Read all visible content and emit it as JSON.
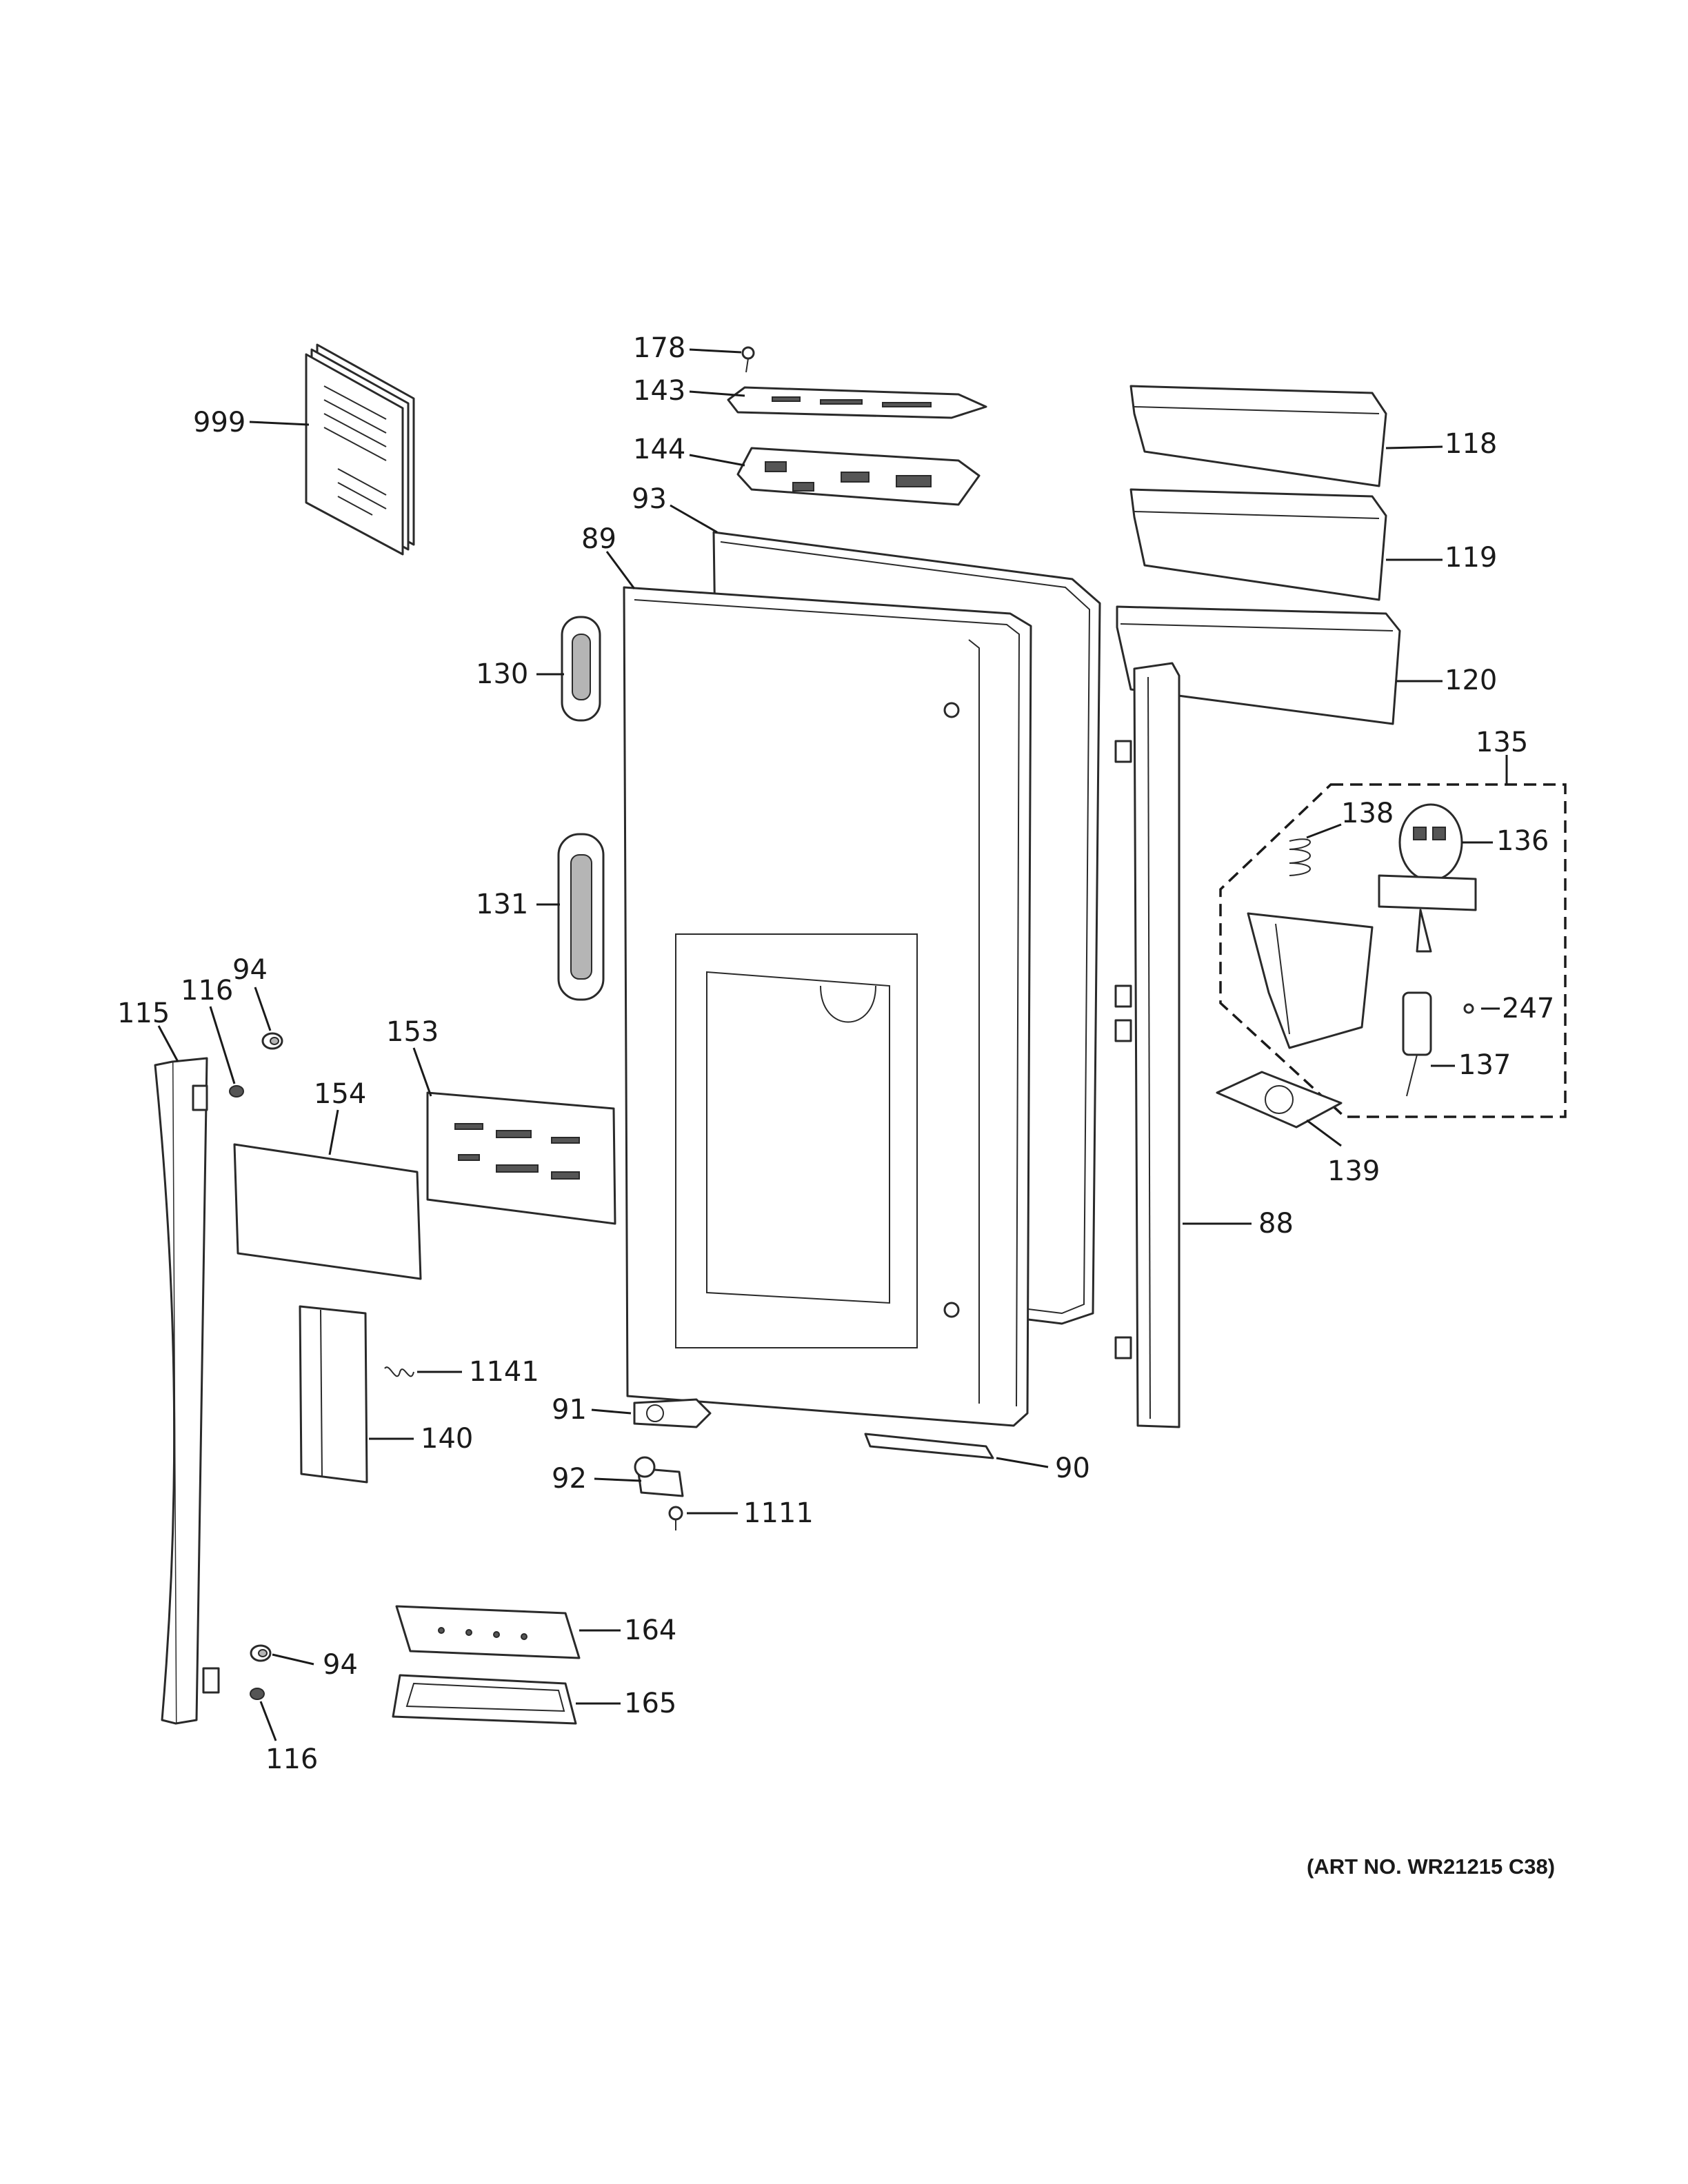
{
  "labels": {
    "p999": "999",
    "p178": "178",
    "p143": "143",
    "p144": "144",
    "p93": "93",
    "p89": "89",
    "p118": "118",
    "p119": "119",
    "p120": "120",
    "p130": "130",
    "p135": "135",
    "p138": "138",
    "p136": "136",
    "p131": "131",
    "p247": "247",
    "p137": "137",
    "p94a": "94",
    "p116a": "116",
    "p115": "115",
    "p153": "153",
    "p154": "154",
    "p139": "139",
    "p88": "88",
    "p1141": "1141",
    "p140": "140",
    "p91": "91",
    "p90": "90",
    "p92": "92",
    "p1111": "1111",
    "p164": "164",
    "p94b": "94",
    "p165": "165",
    "p116b": "116"
  },
  "art_number": "(ART NO. WR21215 C38)"
}
